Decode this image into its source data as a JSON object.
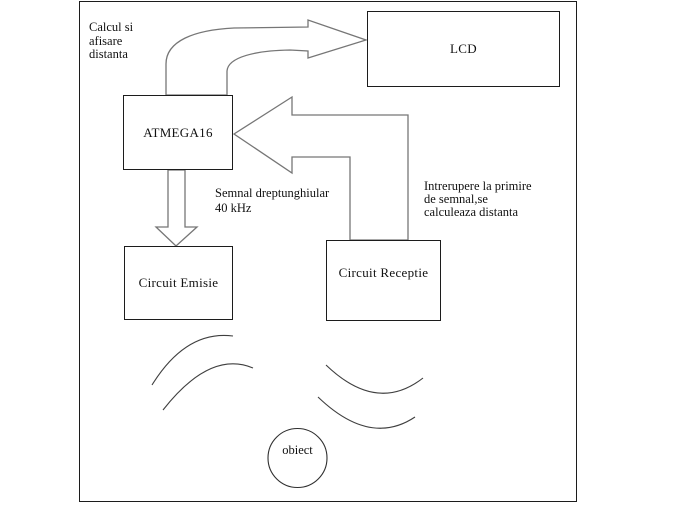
{
  "diagram": {
    "blocks": {
      "lcd": {
        "label": "LCD"
      },
      "mcu": {
        "label": "ATMEGA16"
      },
      "emitter": {
        "label": "Circuit Emisie"
      },
      "receiver": {
        "label": "Circuit Receptie"
      },
      "object": {
        "label": "obiect"
      }
    },
    "annotations": {
      "calc": "Calcul si\nafisare\ndistanta",
      "signal": "Semnal dreptunghiular\n40 kHz",
      "interrupt": "Intrerupere la primire\nde semnal,se\ncalculeaza distanta"
    },
    "shapes": {
      "arrow_mcu_to_lcd": "curved-block-arrow-right",
      "arrow_receiver_to_mcu": "elbow-block-arrow-left",
      "arrow_mcu_to_emitter": "block-arrow-down",
      "waves_left": "emission-wave-arcs",
      "waves_right": "reception-wave-arcs",
      "object_shape": "circle"
    },
    "colors": {
      "background": "#ffffff",
      "box_border": "#1c1c1c",
      "arrow_stroke": "#767676",
      "wave_stroke": "#3f3f3f",
      "text": "#111111"
    }
  }
}
